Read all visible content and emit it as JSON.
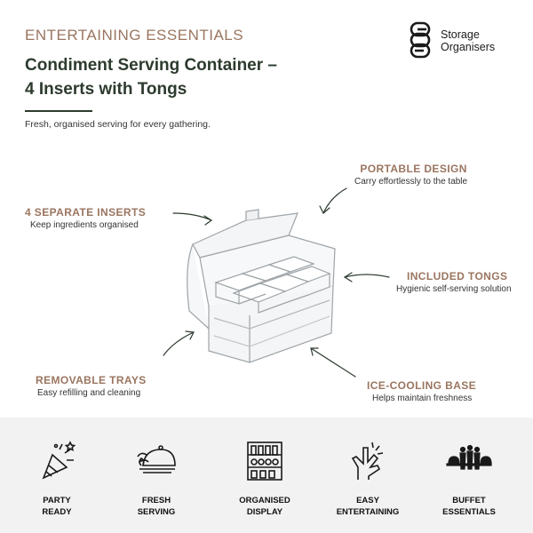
{
  "header": {
    "eyebrow": "ENTERTAINING ESSENTIALS",
    "title_line1": "Condiment Serving Container –",
    "title_line2": "4 Inserts with Tongs",
    "tagline": "Fresh, organised serving for every gathering."
  },
  "brand": {
    "line1": "Storage",
    "line2": "Organisers",
    "icon": "brand-logo-icon"
  },
  "features": {
    "portable": {
      "title": "PORTABLE DESIGN",
      "subtitle": "Carry effortlessly to the table"
    },
    "inserts": {
      "title": "4 SEPARATE INSERTS",
      "subtitle": "Keep ingredients organised"
    },
    "tongs": {
      "title": "INCLUDED TONGS",
      "subtitle": "Hygienic self-serving solution"
    },
    "trays": {
      "title": "REMOVABLE TRAYS",
      "subtitle": "Easy refilling and cleaning"
    },
    "cooling": {
      "title": "ICE-COOLING BASE",
      "subtitle": "Helps maintain freshness"
    }
  },
  "bottom_bar": [
    {
      "label": "PARTY\nREADY",
      "icon": "party-popper-icon"
    },
    {
      "label": "FRESH\nSERVING",
      "icon": "cloche-platter-icon"
    },
    {
      "label": "ORGANISED\nDISPLAY",
      "icon": "shelf-display-icon"
    },
    {
      "label": "EASY\nENTERTAINING",
      "icon": "hand-snap-icon"
    },
    {
      "label": "BUFFET\nESSENTIALS",
      "icon": "buffet-icon"
    }
  ],
  "colors": {
    "accent_brown": "#9a7560",
    "dark_green": "#2d3b2e",
    "bottom_bg": "#f2f2f2"
  }
}
